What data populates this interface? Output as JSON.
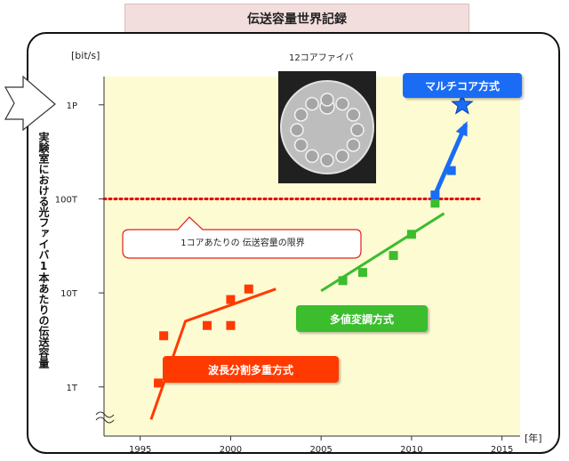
{
  "title": "伝送容量世界記録",
  "y_axis_title": "実験室における光ファイバ1本あたりの伝送容量",
  "y_unit": "[bit/s]",
  "x_unit": "[年]",
  "fiber_label": "12コアファイバ",
  "callout": "1コアあたりの 伝送容量の限界",
  "tags": {
    "multicore": "マルチコア方式",
    "multilevel": "多値変調方式",
    "wdm": "波長分割多重方式"
  },
  "colors": {
    "plot_bg": "#fdfbd2",
    "wdm": "#ff3a00",
    "multilevel": "#3bbd2e",
    "multicore": "#1a6cf5",
    "limit_line": "#e60000"
  },
  "chart_data": {
    "type": "scatter",
    "y_scale": "log",
    "xlim": [
      1993,
      2016
    ],
    "ylim": [
      0.3,
      2000
    ],
    "x_ticks": [
      1995,
      2000,
      2005,
      2010,
      2015
    ],
    "y_ticks": [
      {
        "value": 1,
        "label": "1T"
      },
      {
        "value": 10,
        "label": "10T"
      },
      {
        "value": 100,
        "label": "100T"
      },
      {
        "value": 1000,
        "label": "1P"
      }
    ],
    "limit_value": 100,
    "series": [
      {
        "key": "wdm",
        "points": [
          [
            1996.0,
            1.1
          ],
          [
            1996.3,
            3.5
          ],
          [
            1998.7,
            4.5
          ],
          [
            2000.0,
            4.5
          ],
          [
            2000.0,
            8.5
          ],
          [
            2001.0,
            11.0
          ]
        ],
        "trend": [
          [
            1995.6,
            0.45
          ],
          [
            1997.5,
            5.0
          ],
          [
            2002.5,
            11.0
          ]
        ]
      },
      {
        "key": "multilevel",
        "points": [
          [
            2006.2,
            13.5
          ],
          [
            2007.3,
            16.5
          ],
          [
            2009.0,
            25.0
          ],
          [
            2010.0,
            42.0
          ],
          [
            2011.3,
            90.0
          ]
        ],
        "trend": [
          [
            2005.0,
            10.5
          ],
          [
            2011.8,
            70.0
          ]
        ]
      },
      {
        "key": "multicore",
        "points": [
          [
            2011.3,
            110.0
          ],
          [
            2012.2,
            200.0
          ],
          [
            2012.8,
            1000.0
          ]
        ],
        "trend": [
          [
            2011.2,
            100.0
          ],
          [
            2013.0,
            620.0
          ]
        ]
      }
    ]
  }
}
